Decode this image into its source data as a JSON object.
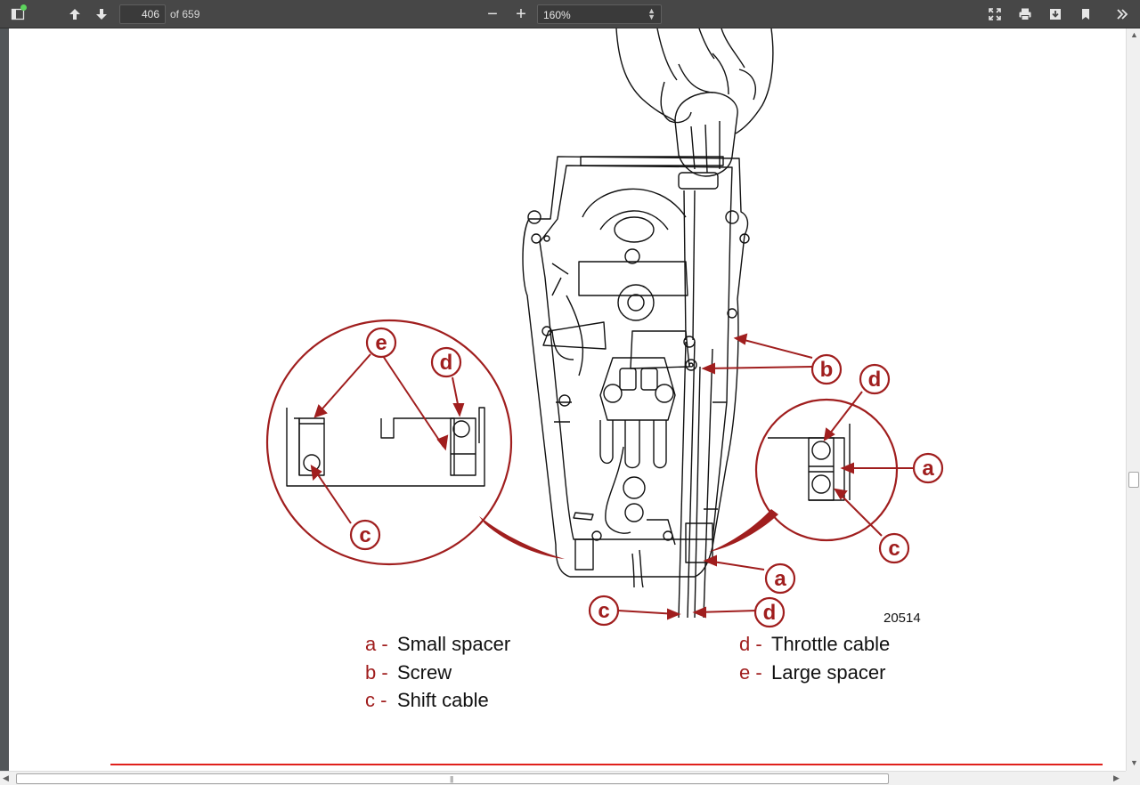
{
  "toolbar": {
    "sidebar_icon": "sidebar-toggle-icon",
    "prev_icon": "arrow-up-icon",
    "next_icon": "arrow-down-icon",
    "page_number": "406",
    "page_total": "of 659",
    "zoom_out": "−",
    "zoom_in": "+",
    "zoom_value": "160%",
    "right_icons": [
      "fullscreen-icon",
      "print-icon",
      "download-icon",
      "bookmark-icon",
      "tools-icon"
    ]
  },
  "figure": {
    "id": "20514",
    "callouts": {
      "a": "a",
      "b": "b",
      "c": "c",
      "d": "d",
      "e": "e"
    }
  },
  "legend": [
    {
      "letter": "a -",
      "text": "Small spacer"
    },
    {
      "letter": "b -",
      "text": "Screw"
    },
    {
      "letter": "c -",
      "text": "Shift cable"
    },
    {
      "letter": "d -",
      "text": "Throttle cable"
    },
    {
      "letter": "e -",
      "text": "Large spacer"
    }
  ],
  "colors": {
    "callout": "#a01e1e",
    "page_rule": "#e0201c",
    "toolbar_bg": "#474747"
  }
}
